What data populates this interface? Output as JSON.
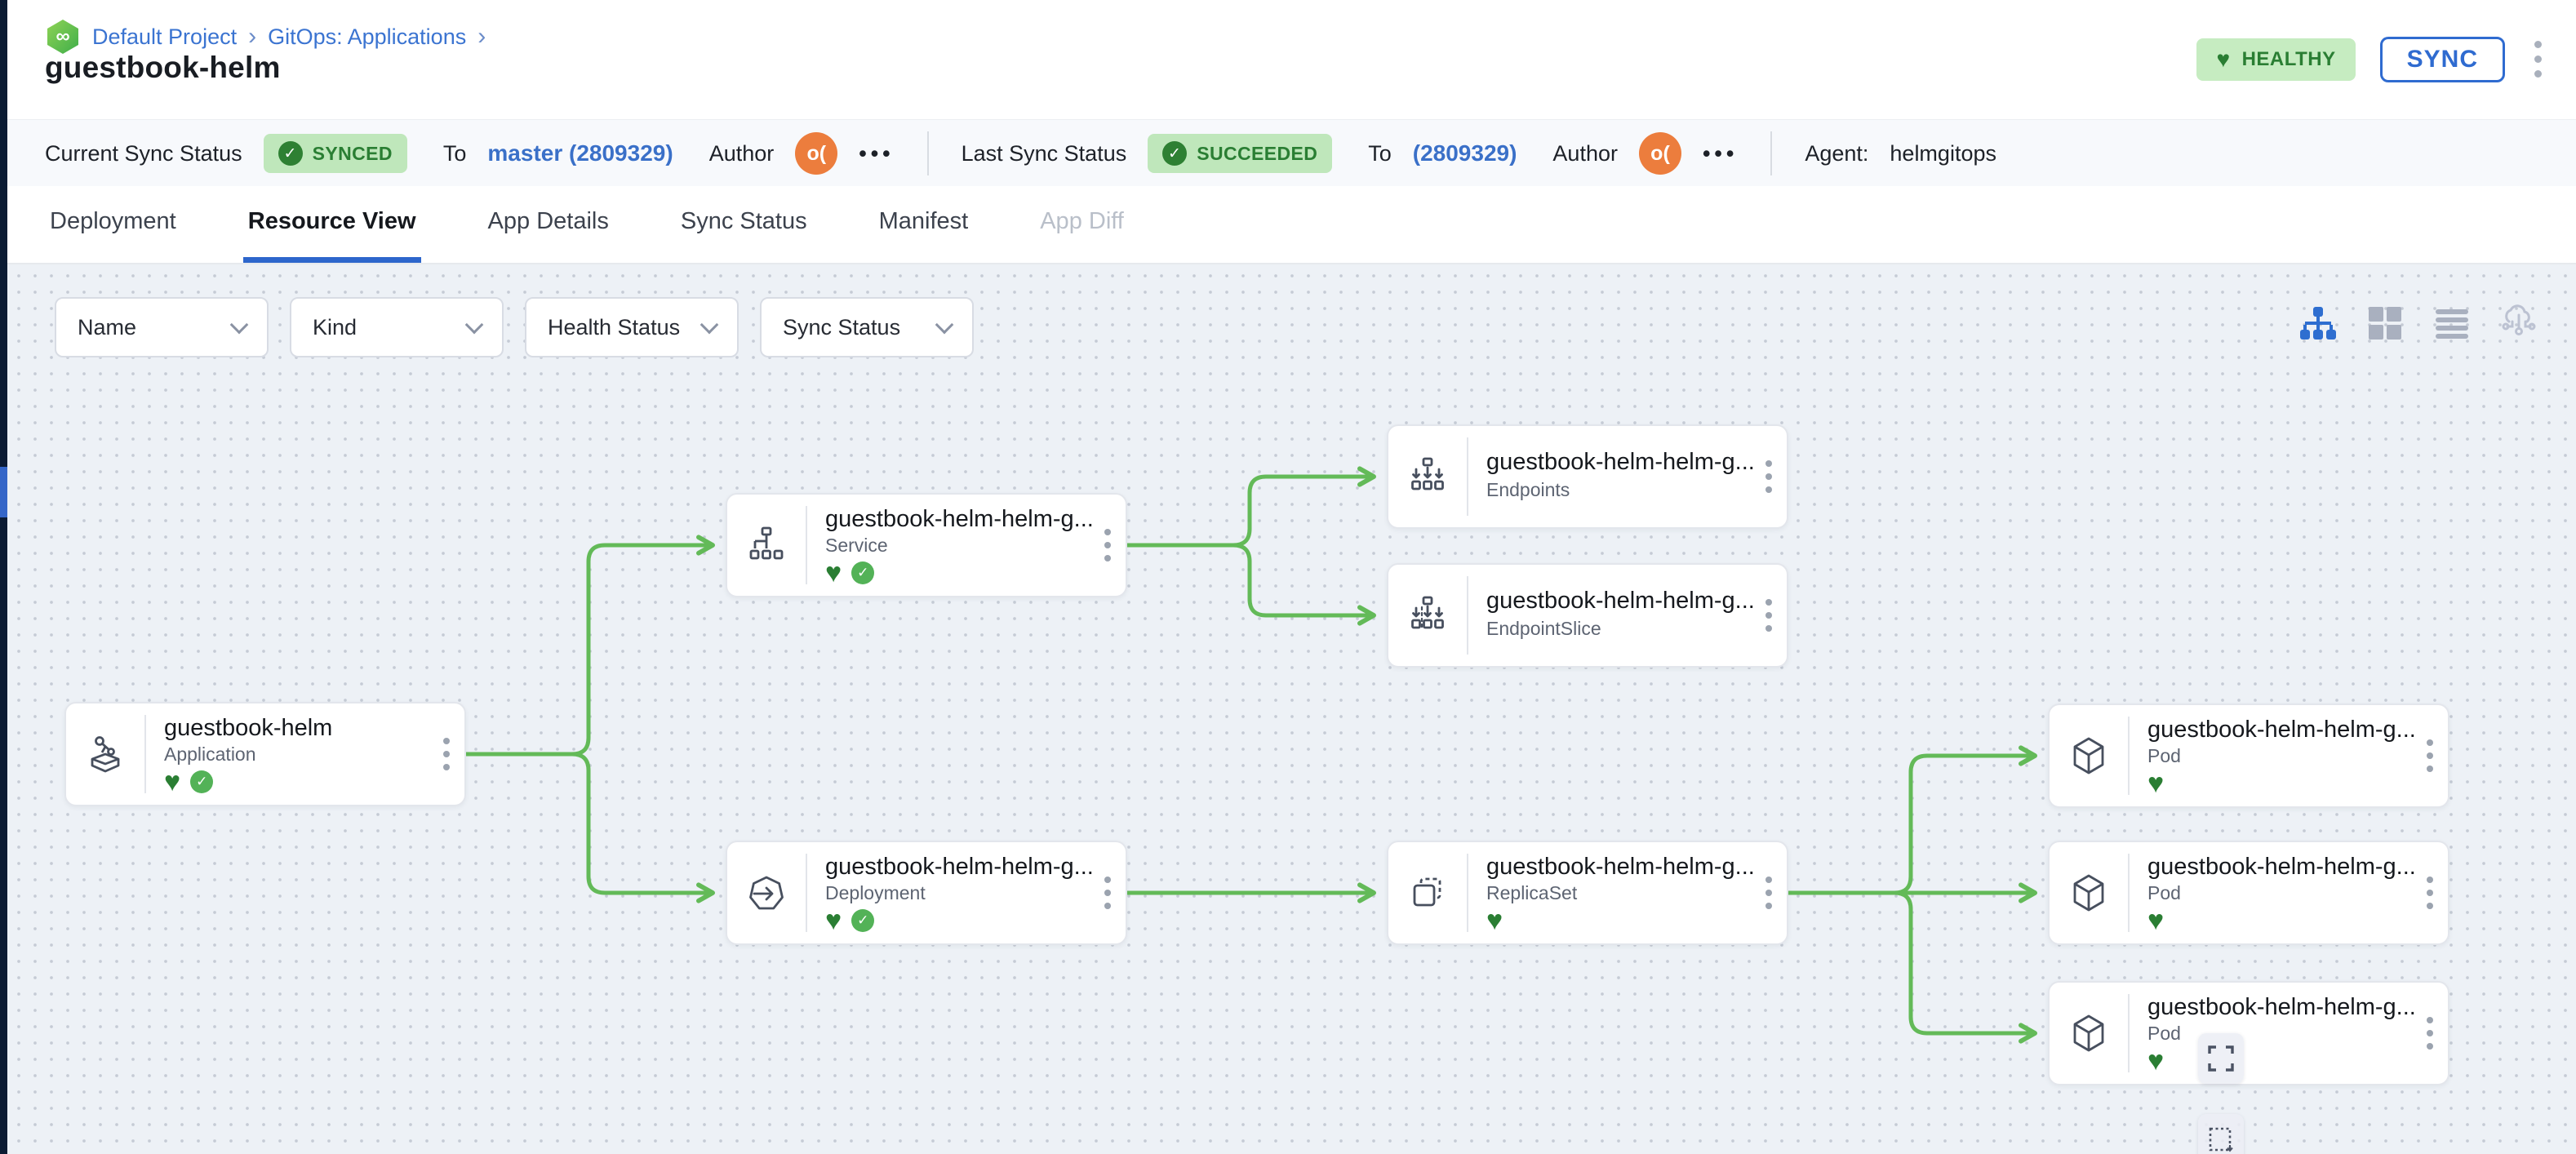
{
  "breadcrumb": {
    "logo_glyph": "∞",
    "items": [
      "Default Project",
      "GitOps: Applications"
    ],
    "separator": "›"
  },
  "page": {
    "title": "guestbook-helm"
  },
  "header_actions": {
    "health_badge": "HEALTHY",
    "health_heart": "♥",
    "sync_button": "SYNC"
  },
  "statusbar": {
    "current": {
      "label": "Current Sync Status",
      "badge": "SYNCED",
      "badge_check": "✓",
      "to_label": "To",
      "revision": "master (2809329)",
      "author_label": "Author",
      "avatar_text": "o(",
      "more": "•••"
    },
    "last": {
      "label": "Last Sync Status",
      "badge": "SUCCEEDED",
      "badge_check": "✓",
      "to_label": "To",
      "revision": "(2809329)",
      "author_label": "Author",
      "avatar_text": "o(",
      "more": "•••"
    },
    "agent": {
      "label": "Agent:",
      "value": "helmgitops"
    }
  },
  "tabs": [
    {
      "label": "Deployment",
      "state": "normal"
    },
    {
      "label": "Resource View",
      "state": "active"
    },
    {
      "label": "App Details",
      "state": "normal"
    },
    {
      "label": "Sync Status",
      "state": "normal"
    },
    {
      "label": "Manifest",
      "state": "normal"
    },
    {
      "label": "App Diff",
      "state": "disabled"
    }
  ],
  "filters": [
    {
      "label": "Name"
    },
    {
      "label": "Kind"
    },
    {
      "label": "Health Status"
    },
    {
      "label": "Sync Status"
    }
  ],
  "view_toggles": [
    {
      "name": "tree-view-icon",
      "active": true
    },
    {
      "name": "grid-view-icon",
      "active": false
    },
    {
      "name": "list-view-icon",
      "active": false
    },
    {
      "name": "cloud-view-icon",
      "active": false
    }
  ],
  "canvas": {
    "nodes": [
      {
        "title": "guestbook-helm",
        "kind": "Application",
        "icon": "application-icon",
        "healthy": true,
        "synced": true
      },
      {
        "title": "guestbook-helm-helm-g...",
        "kind": "Service",
        "icon": "service-icon",
        "healthy": true,
        "synced": true
      },
      {
        "title": "guestbook-helm-helm-g...",
        "kind": "Endpoints",
        "icon": "endpoints-icon",
        "healthy": false,
        "synced": false
      },
      {
        "title": "guestbook-helm-helm-g...",
        "kind": "EndpointSlice",
        "icon": "endpointslice-icon",
        "healthy": false,
        "synced": false
      },
      {
        "title": "guestbook-helm-helm-g...",
        "kind": "Deployment",
        "icon": "deployment-icon",
        "healthy": true,
        "synced": true
      },
      {
        "title": "guestbook-helm-helm-g...",
        "kind": "ReplicaSet",
        "icon": "replicaset-icon",
        "healthy": true,
        "synced": false
      },
      {
        "title": "guestbook-helm-helm-g...",
        "kind": "Pod",
        "icon": "pod-icon",
        "healthy": true,
        "synced": false
      },
      {
        "title": "guestbook-helm-helm-g...",
        "kind": "Pod",
        "icon": "pod-icon",
        "healthy": true,
        "synced": false
      },
      {
        "title": "guestbook-helm-helm-g...",
        "kind": "Pod",
        "icon": "pod-icon",
        "healthy": true,
        "synced": false
      }
    ],
    "status_glyphs": {
      "heart": "♥",
      "check": "✓"
    }
  },
  "colors": {
    "accent_blue": "#2f6bd0",
    "edge_green": "#63ba58",
    "badge_green_bg": "#bfe7bb",
    "badge_green_text": "#2a7e33",
    "avatar_orange": "#ec7d3d",
    "canvas_bg": "#edf1f6",
    "rail_dark": "#0b1b33",
    "rail_active": "#3566c8"
  }
}
